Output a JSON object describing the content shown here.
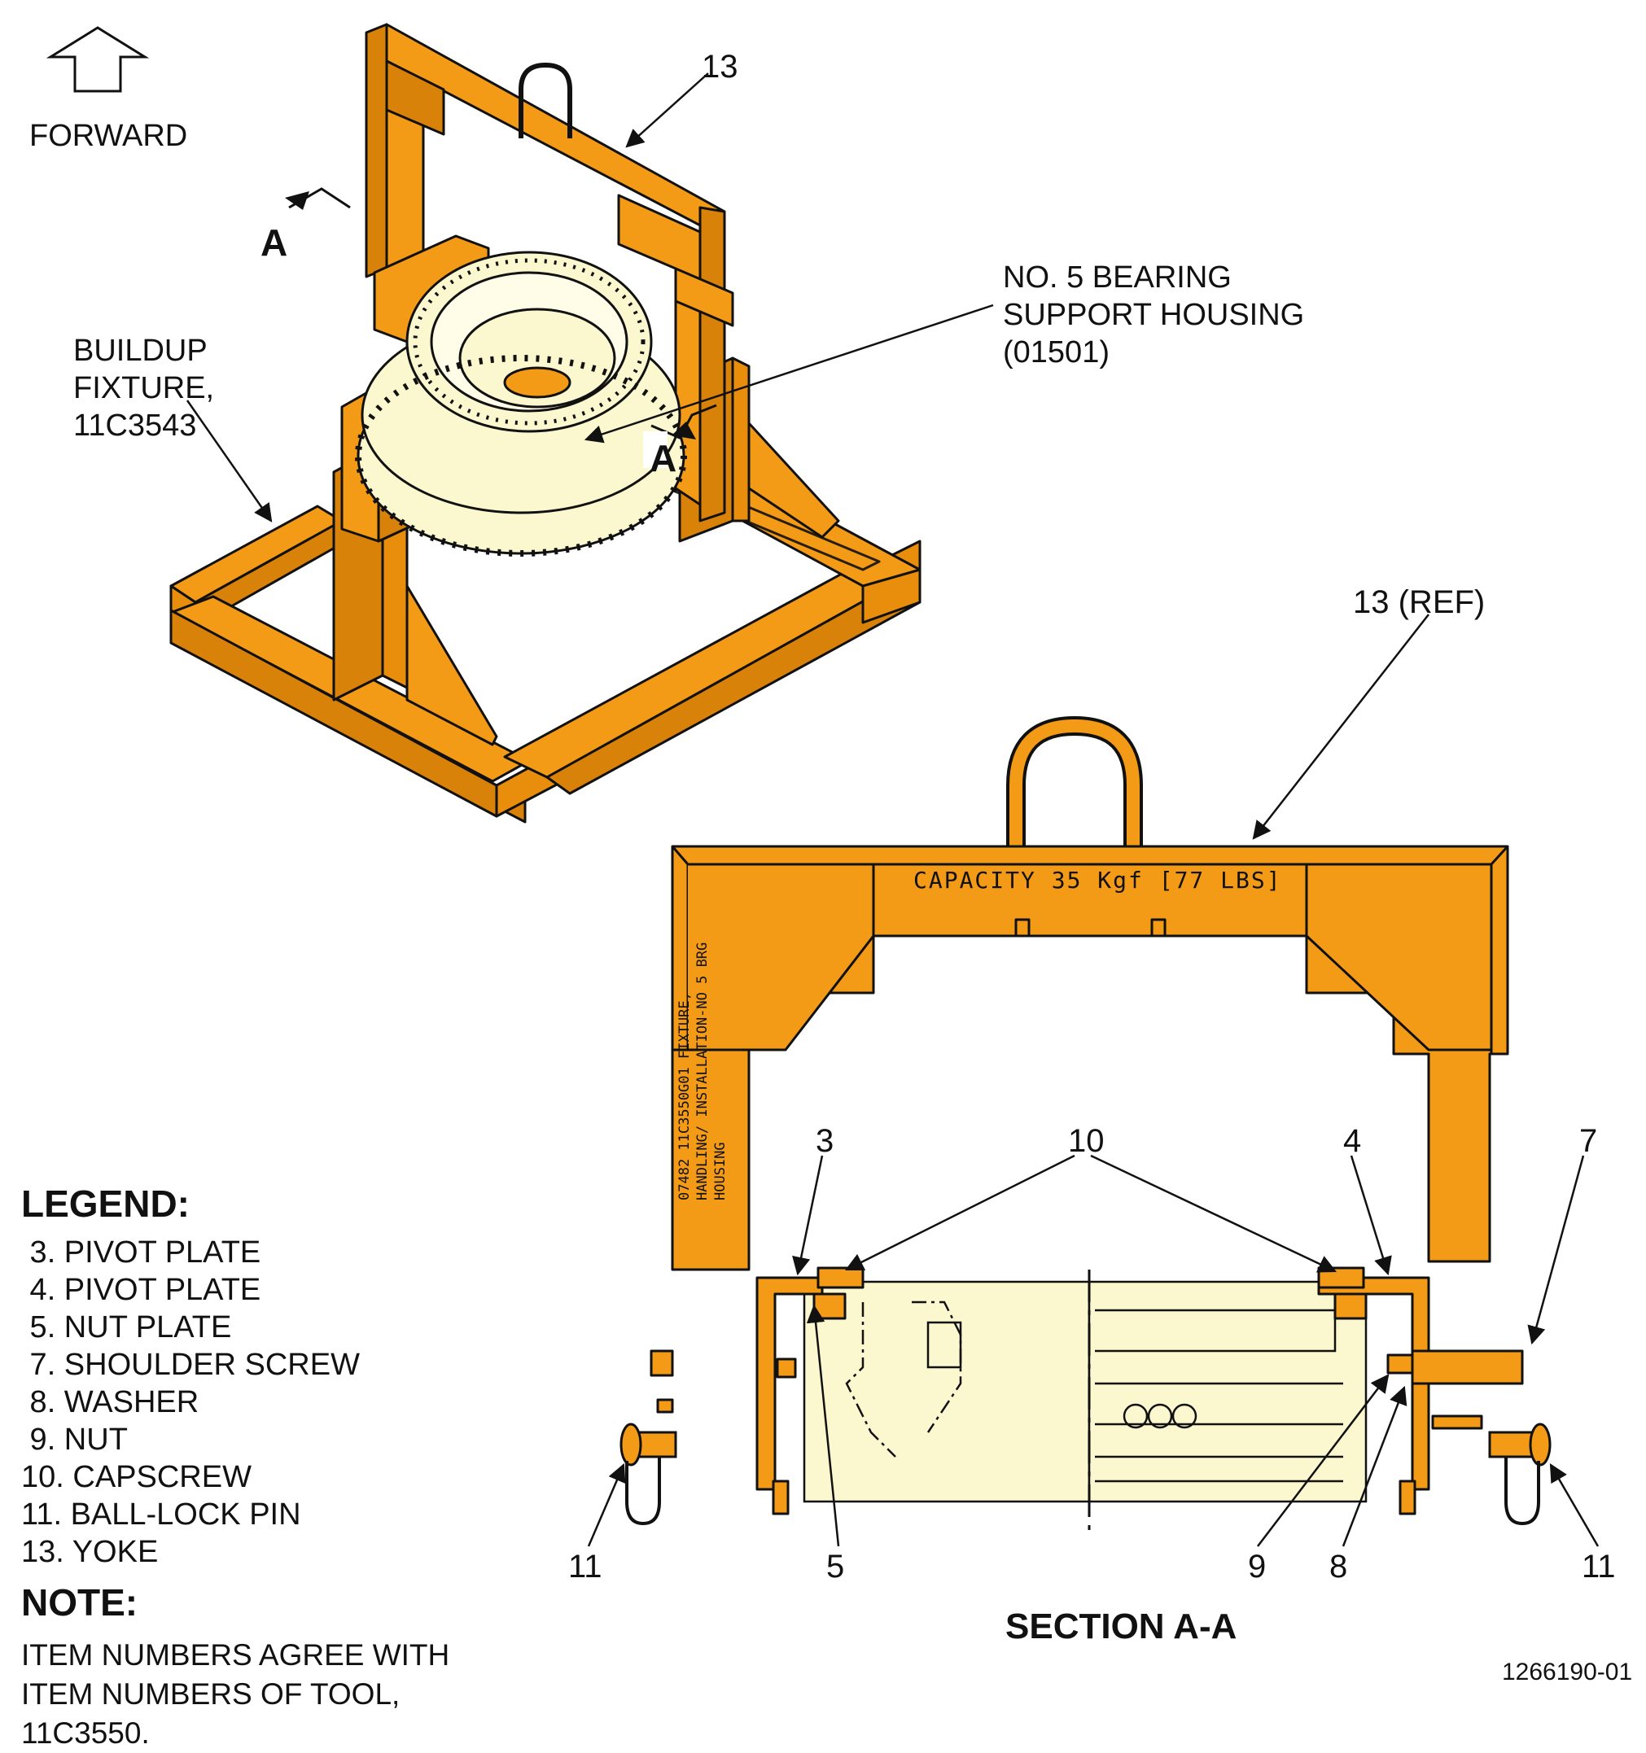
{
  "header": {
    "forward_label": "FORWARD"
  },
  "iso_view": {
    "fixture_label": "BUILDUP FIXTURE, 11C3543",
    "housing_label": "NO. 5 BEARING SUPPORT HOUSING (01501)",
    "yoke_callout": "13",
    "section_marker": "A"
  },
  "section_view": {
    "title": "SECTION A-A",
    "yoke_ref_callout": "13 (REF)",
    "capacity_text": "CAPACITY 35 Kgf [77 LBS]",
    "part_marking": "07482 11C3550G01 FIXTURE, HANDLING/ INSTALLATION-NO 5 BRG HOUSING",
    "callouts": {
      "pivot_plate_left": "3",
      "capscrew": "10",
      "pivot_plate_right": "4",
      "shoulder_screw": "7",
      "ball_lock_pin_left": "11",
      "nut_plate": "5",
      "nut": "9",
      "washer": "8",
      "ball_lock_pin_right": "11"
    }
  },
  "legend": {
    "title": "LEGEND:",
    "items": [
      " 3. PIVOT PLATE",
      " 4. PIVOT PLATE",
      " 5. NUT PLATE",
      " 7. SHOULDER SCREW",
      " 8. WASHER",
      " 9. NUT",
      "10. CAPSCREW",
      "11. BALL-LOCK PIN",
      "13. YOKE"
    ]
  },
  "note": {
    "title": "NOTE:",
    "text": "ITEM NUMBERS AGREE WITH ITEM NUMBERS OF TOOL, 11C3550."
  },
  "figure_id": "1266190-01",
  "colors": {
    "fixture_orange": "#F39A16",
    "fixture_orange_dark": "#D9820A",
    "housing_yellow": "#FBF7CF",
    "line": "#111111"
  }
}
